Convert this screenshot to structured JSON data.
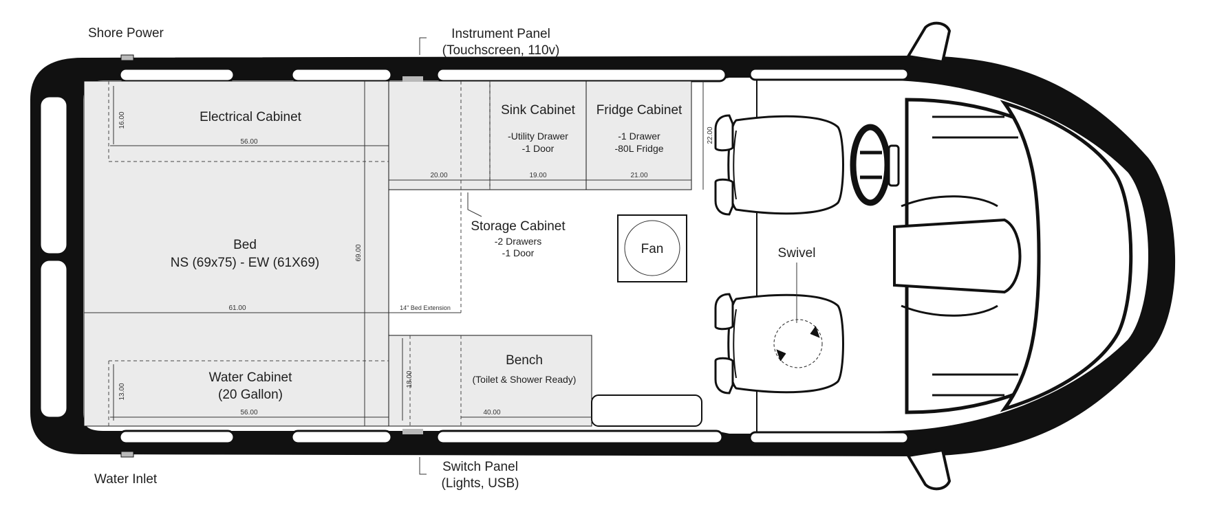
{
  "callouts": {
    "shore_power": "Shore Power",
    "instrument_panel_line1": "Instrument Panel",
    "instrument_panel_line2": "(Touchscreen, 110v)",
    "water_inlet": "Water Inlet",
    "switch_panel_line1": "Switch Panel",
    "switch_panel_line2": "(Lights, USB)"
  },
  "cabinets": {
    "electrical": {
      "title": "Electrical Cabinet"
    },
    "sink": {
      "title": "Sink Cabinet",
      "line1": "-Utility Drawer",
      "line2": "-1 Door"
    },
    "fridge": {
      "title": "Fridge Cabinet",
      "line1": "-1 Drawer",
      "line2": "-80L Fridge"
    },
    "storage": {
      "title": "Storage Cabinet",
      "line1": "-2 Drawers",
      "line2": "-1 Door"
    },
    "water": {
      "title": "Water Cabinet",
      "subtitle": "(20 Gallon)"
    }
  },
  "bed": {
    "title": "Bed",
    "subtitle": "NS (69x75) - EW (61X69)"
  },
  "bench": {
    "title": "Bench",
    "subtitle": "(Toilet & Shower Ready)"
  },
  "fan": {
    "label": "Fan"
  },
  "swivel": {
    "label": "Swivel"
  },
  "dimensions": {
    "electrical_depth": "16.00",
    "electrical_width": "56.00",
    "counter_left_width": "20.00",
    "sink_width": "19.00",
    "fridge_width": "21.00",
    "counter_depth": "22.00",
    "bed_length": "69.00",
    "bed_width": "61.00",
    "bed_extension": "14\" Bed Extension",
    "water_depth": "13.00",
    "water_width": "56.00",
    "bench_depth": "18.00",
    "bench_width": "40.00"
  },
  "colors": {
    "cabinet_fill": "#ebebeb",
    "outline": "#111111",
    "panel_marker": "#b9b9b9"
  }
}
